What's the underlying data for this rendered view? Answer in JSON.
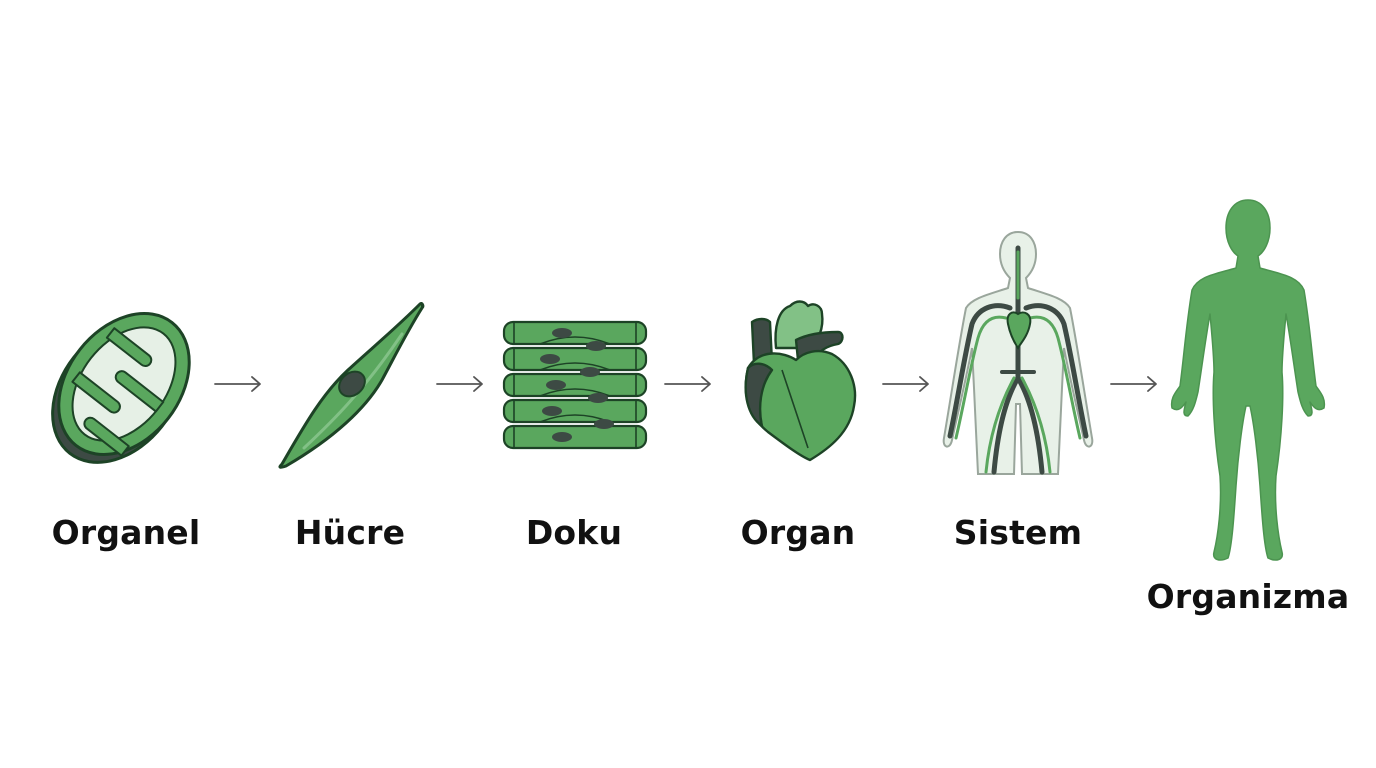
{
  "colors": {
    "green": "#5aa75e",
    "green_light": "#82c186",
    "green_pale": "#dcebdc",
    "dark": "#3d4a44",
    "outline": "#1d4326",
    "arrow": "#555555",
    "text": "#111111"
  },
  "stages": [
    {
      "label": "Organel",
      "icon": "mitochondrion-icon"
    },
    {
      "label": "Hücre",
      "icon": "muscle-cell-icon"
    },
    {
      "label": "Doku",
      "icon": "tissue-icon"
    },
    {
      "label": "Organ",
      "icon": "heart-icon"
    },
    {
      "label": "Sistem",
      "icon": "circulatory-system-icon"
    },
    {
      "label": "Organizma",
      "icon": "human-body-icon"
    }
  ],
  "arrow_icon": "right-arrow-icon"
}
